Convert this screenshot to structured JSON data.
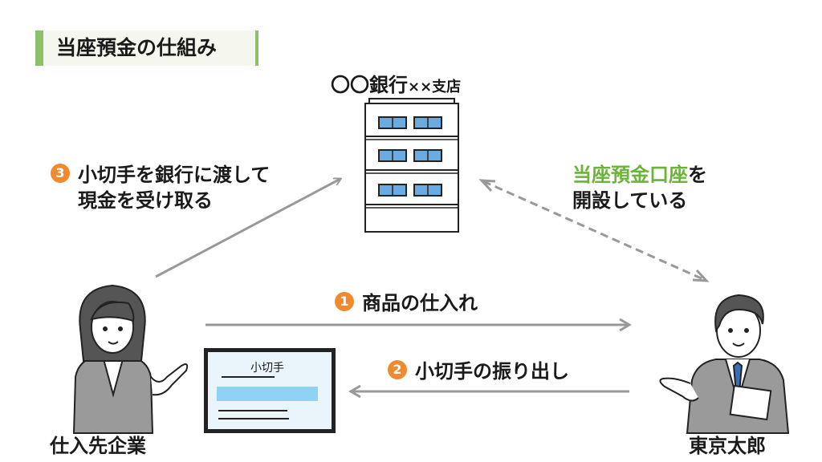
{
  "title": "当座預金の仕組み",
  "bank": {
    "name": "〇〇銀行",
    "branch": "××支店"
  },
  "steps": {
    "step3": {
      "number": "3",
      "line1": "小切手を銀行に渡して",
      "line2": "現金を受け取る"
    },
    "step1": {
      "number": "1",
      "text": "商品の仕入れ"
    },
    "step2": {
      "number": "2",
      "text": "小切手の振り出し"
    }
  },
  "account_note": {
    "highlight": "当座預金口座",
    "rest": "を",
    "line2": "開設している"
  },
  "parties": {
    "supplier": "仕入先企業",
    "customer": "東京太郎"
  },
  "cheque": {
    "title": "小切手"
  },
  "colors": {
    "accent_green": "#8dc06a",
    "step_orange": "#f08a2e",
    "arrow_gray": "#999999",
    "cheque_fill": "#eaf4fb",
    "cheque_bar": "#8fd3f4",
    "window_blue": "#6aabe0"
  }
}
